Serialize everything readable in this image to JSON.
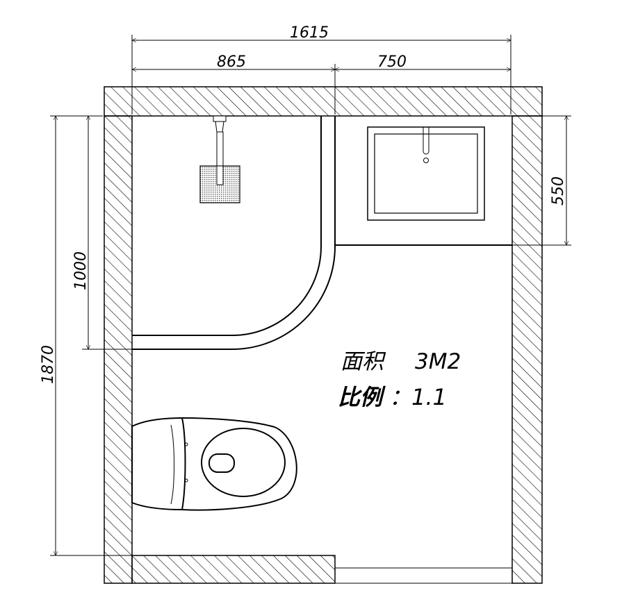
{
  "dimensions": {
    "total_width": "1615",
    "left_width": "865",
    "right_width": "750",
    "total_height": "1870",
    "shower_height": "1000",
    "sink_depth": "550"
  },
  "notes": {
    "area_label": "面积",
    "area_value": "3M2",
    "scale_label": "比例",
    "scale_value": "：1.1"
  }
}
